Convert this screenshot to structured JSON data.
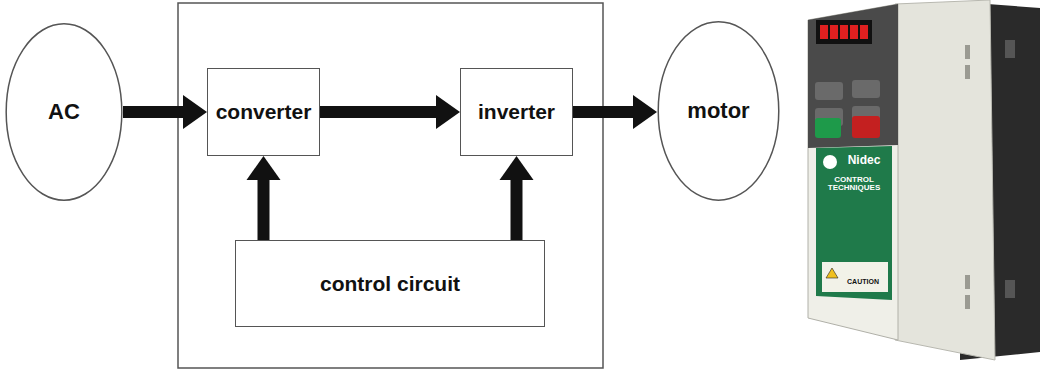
{
  "diagram": {
    "nodes": [
      {
        "text": [
          "AC"
        ]
      },
      {
        "text": [
          "converter"
        ]
      },
      {
        "text": [
          "inverter"
        ]
      },
      {
        "text": [
          "motor"
        ]
      },
      {
        "text": [
          "control circuit"
        ]
      }
    ],
    "edges": [
      {
        "from": 0,
        "to": 1,
        "arrow": "to"
      },
      {
        "from": 1,
        "to": 2,
        "arrow": "to"
      },
      {
        "from": 2,
        "to": 3,
        "arrow": "to"
      },
      {
        "from": 4,
        "to": 1,
        "arrow": "to"
      },
      {
        "from": 4,
        "to": 2,
        "arrow": "to"
      }
    ],
    "labels": [
      "Nidec",
      "CONTROL TECHNIQUES",
      "CAUTION"
    ]
  }
}
